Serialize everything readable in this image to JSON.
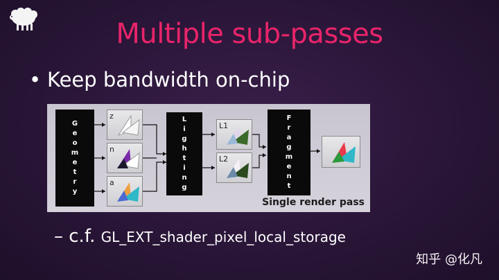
{
  "slide": {
    "title": "Multiple sub-passes",
    "bullet": "Keep bandwidth on-chip",
    "sub_prefix": "– c.f. ",
    "sub_code": "GL_EXT_shader_pixel_local_storage",
    "watermark": "知乎 @化凡"
  },
  "diagram": {
    "geometry_letters": [
      "G",
      "e",
      "o",
      "m",
      "e",
      "t",
      "r",
      "y"
    ],
    "lighting_letters": [
      "L",
      "i",
      "g",
      "h",
      "t",
      "i",
      "n",
      "g"
    ],
    "fragment_letters": [
      "F",
      "r",
      "a",
      "g",
      "m",
      "e",
      "n",
      "t"
    ],
    "gbuffer_tiles": [
      {
        "label": "z"
      },
      {
        "label": "n"
      },
      {
        "label": "a"
      }
    ],
    "light_tiles": [
      {
        "label": "L1"
      },
      {
        "label": "L2"
      }
    ],
    "pass_label": "Single render pass"
  },
  "colors": {
    "title": "#e8246a",
    "background": "#2a1638"
  }
}
